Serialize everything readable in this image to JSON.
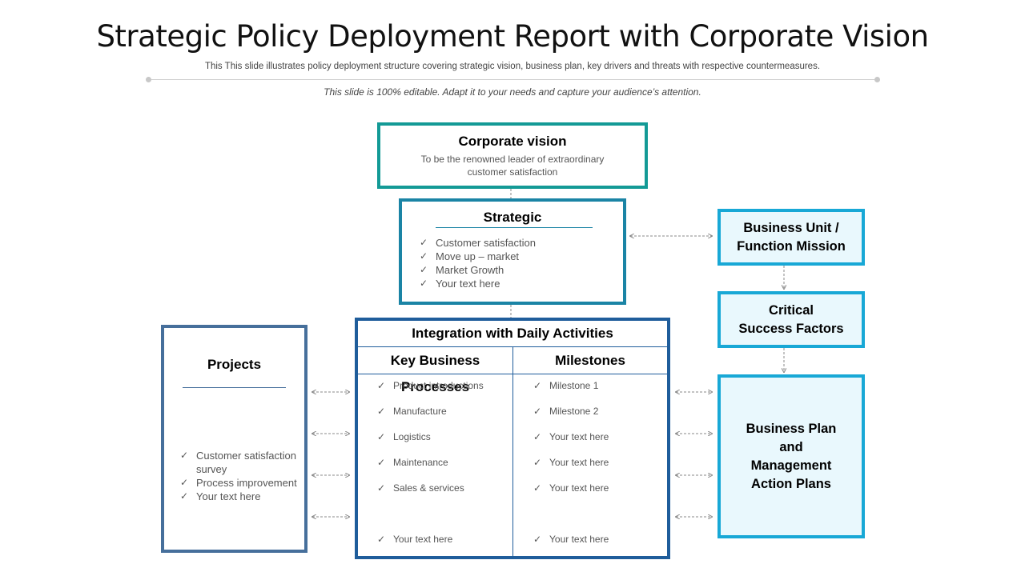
{
  "header": {
    "title": "Strategic Policy Deployment Report with Corporate Vision",
    "subtitle": "This This slide illustrates policy deployment structure covering strategic vision, business plan, key drivers and threats with respective countermeasures.",
    "note": "This slide is 100% editable. Adapt it to your needs and capture your audience’s attention."
  },
  "vision": {
    "title": "Corporate vision",
    "text": "To be the renowned leader of extraordinary customer satisfaction"
  },
  "strategic": {
    "title": "Strategic",
    "items": [
      "Customer satisfaction",
      "Move up – market",
      "Market Growth",
      "Your text here"
    ]
  },
  "integration": {
    "title": "Integration with Daily Activities",
    "processes": {
      "title": "Key Business Processes",
      "items": [
        "Product introductions",
        "Manufacture",
        "Logistics",
        "Maintenance",
        "Sales & services",
        "Your text here"
      ]
    },
    "milestones": {
      "title": "Milestones",
      "items": [
        "Milestone 1",
        "Milestone 2",
        "Your text here",
        "Your text here",
        "Your text here",
        "Your text here"
      ]
    }
  },
  "projects": {
    "title": "Projects",
    "items": [
      "Customer satisfaction survey",
      "Process improvement",
      "Your text here"
    ]
  },
  "business_unit": {
    "line1": "Business Unit /",
    "line2": "Function Mission"
  },
  "critical": {
    "line1": "Critical",
    "line2": "Success Factors"
  },
  "business_plan": {
    "line1": "Business Plan",
    "line2": "and",
    "line3": "Management",
    "line4": "Action Plans"
  },
  "check_glyph": "✓",
  "colors": {
    "vision": "#139a96",
    "strategic": "#1a84a5",
    "integration": "#1f5d9b",
    "projects": "#466f9b",
    "right_boxes": "#18a8d6",
    "right_fill": "#e9f8fd",
    "connector": "#888888"
  }
}
